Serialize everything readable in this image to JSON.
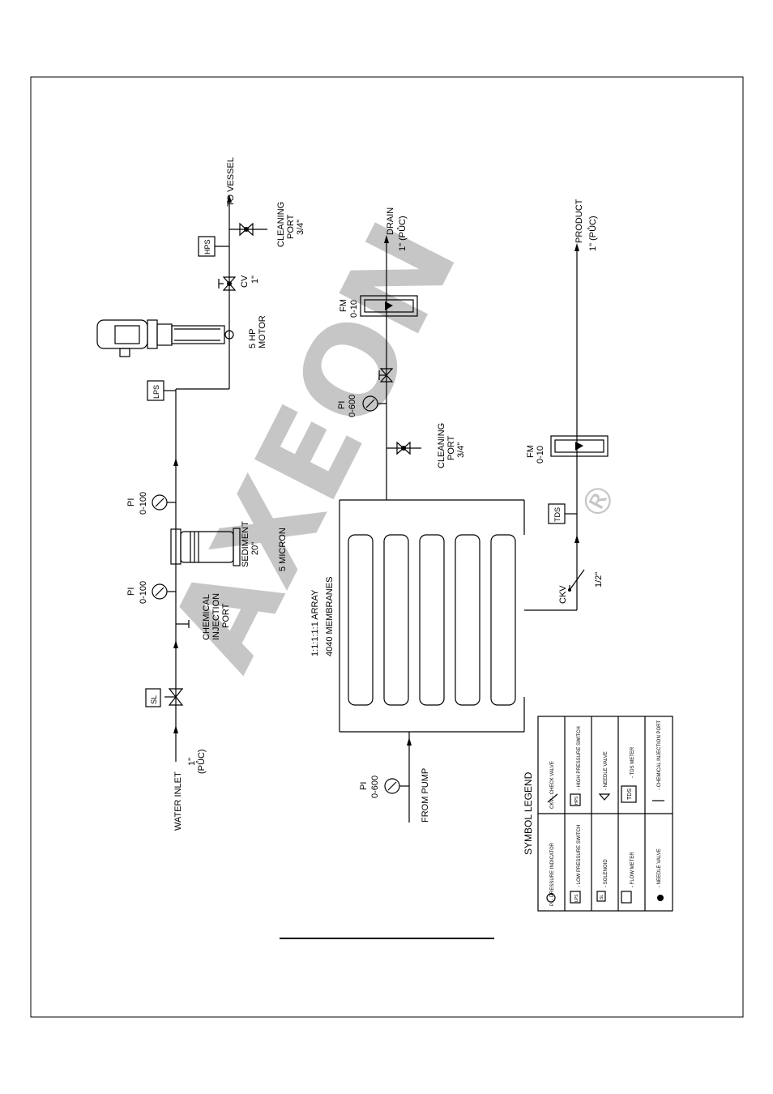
{
  "watermark": {
    "brand": "AXEON",
    "registered": "®"
  },
  "pretreatment": {
    "water_inlet": "WATER INLET",
    "inlet_size_1": "1\"",
    "inlet_size_2": "(PŮC)",
    "solenoid_tag": "SL",
    "chem_port_1": "CHEMICAL",
    "chem_port_2": "INJECTION",
    "chem_port_3": "PORT",
    "pi_1_tag": "PI",
    "pi_1_range": "0-100",
    "sediment_1": "SEDIMENT",
    "sediment_2": "20\"",
    "sediment_3": "5 MICRON",
    "pi_2_tag": "PI",
    "pi_2_range": "0-100",
    "lps_tag": "LPS",
    "motor_1": "5 HP",
    "motor_2": "MOTOR",
    "cv_1": "CV",
    "cv_2": "1\"",
    "hps_tag": "HPS",
    "cleaning_1": "CLEANING",
    "cleaning_2": "PORT",
    "cleaning_3": "3/4\"",
    "to_vessel": "TO VESSEL"
  },
  "membrane": {
    "array_1": "1:1:1:1:1 ARRAY",
    "array_2": "4040 MEMBRANES",
    "from_pump": "FROM PUMP",
    "pi_tag": "PI",
    "pi_range": "0-600",
    "concentrate_pi_tag": "PI",
    "concentrate_pi_range": "0-600",
    "cleaning_1": "CLEANING",
    "cleaning_2": "PORT",
    "cleaning_3": "3/4\"",
    "fm_1_tag": "FM",
    "fm_1_range": "0-10",
    "drain_1": "DRAIN",
    "drain_2": "1\" (PŮC)",
    "tds_tag": "TDS",
    "ckv_tag": "CKV",
    "ckv_size": "1/2\"",
    "fm_2_tag": "FM",
    "fm_2_range": "0-10",
    "product_1": "PRODUCT",
    "product_2": "1\" (PŮC)"
  },
  "legend": {
    "title": "SYMBOL LEGEND",
    "items": [
      "PI - PRESSURE INDICATOR",
      "- LOW PRESSURE SWITCH",
      "- SOLENOID",
      "- FLOW METER",
      "- NEEDLE VALVE",
      "CKV - CHECK VALVE",
      "- HIGH PRESSURE SWITCH",
      "- NEEDLE VALVE",
      "- TDS METER",
      "- CHEMICAL INJECTION PORT"
    ],
    "tag_lps": "LPS",
    "tag_sl": "SL",
    "tag_hps": "HPS",
    "tag_tds": "TDS"
  }
}
